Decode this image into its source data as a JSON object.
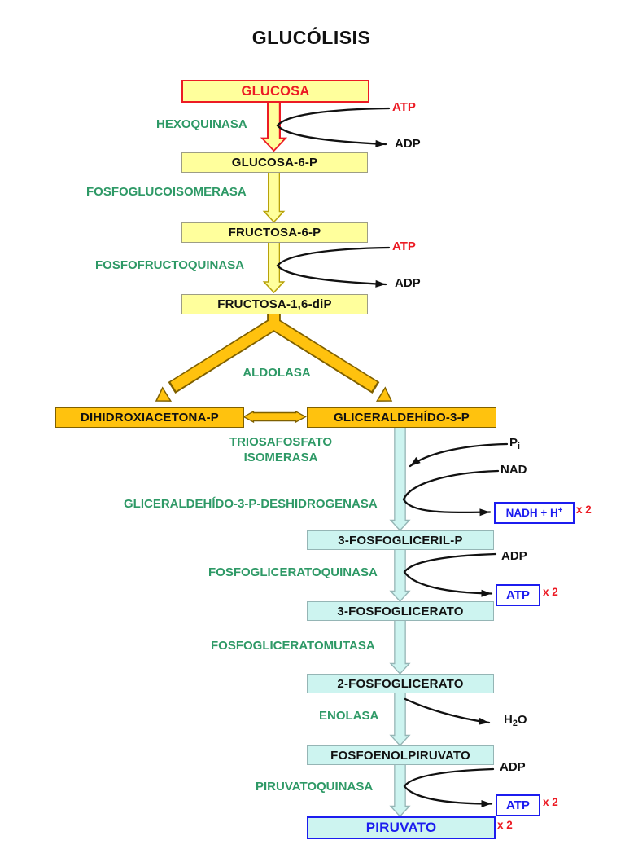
{
  "title": "GLUCÓLISIS",
  "colors": {
    "yellow_fill": "#FFFF9C",
    "orange_fill": "#FFC20E",
    "orange_border": "#7F6000",
    "cyan_fill": "#CDF4F0",
    "enzyme_green": "#2E9966",
    "accent_red": "#EC1B24",
    "accent_blue": "#1C1CEF"
  },
  "metabolites": {
    "glucosa": "GLUCOSA",
    "glucosa6p": "GLUCOSA-6-P",
    "fructosa6p": "FRUCTOSA-6-P",
    "fructosa16dip": "FRUCTOSA-1,6-diP",
    "dihidroxiacetonap": "DIHIDROXIACETONA-P",
    "gliceraldehido3p": "GLICERALDEHÍDO-3-P",
    "fosfogliceril3p": "3-FOSFOGLICERIL-P",
    "fosfoglicerato3": "3-FOSFOGLICERATO",
    "fosfoglicerato2": "2-FOSFOGLICERATO",
    "fosfoenolpiruvato": "FOSFOENOLPIRUVATO",
    "piruvato": "PIRUVATO"
  },
  "enzymes": {
    "hexoquinasa": "HEXOQUINASA",
    "fosfoglucoisomerasa": "FOSFOGLUCOISOMERASA",
    "fosfofructoquinasa": "FOSFOFRUCTOQUINASA",
    "aldolasa": "ALDOLASA",
    "triosafosfato_line1": "TRIOSAFOSFATO",
    "triosafosfato_line2": "ISOMERASA",
    "gapdh": "GLICERALDEHÍDO-3-P-DESHIDROGENASA",
    "fosfogliceratoquinasa": "FOSFOGLICERATOQUINASA",
    "fosfogliceratomutasa": "FOSFOGLICERATOMUTASA",
    "enolasa": "ENOLASA",
    "piruvatoquinasa": "PIRUVATOQUINASA"
  },
  "cofactors": {
    "atp": "ATP",
    "adp": "ADP",
    "nad": "NAD",
    "nadh": {
      "text": "NADH + H",
      "sup": "+"
    },
    "pi": {
      "base": "P",
      "sub": "i"
    },
    "h2o": {
      "pre": "H",
      "sub": "2",
      "post": "O"
    },
    "times2": "x 2"
  }
}
